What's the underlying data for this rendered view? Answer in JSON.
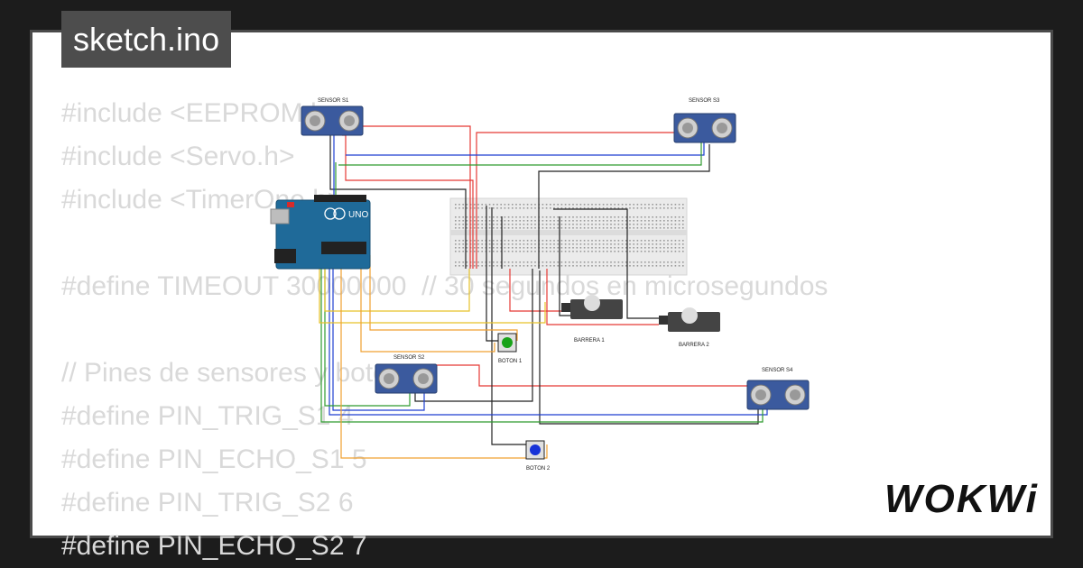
{
  "title": "sketch.ino",
  "code_lines": [
    "#include <EEPROM.h>",
    "#include <Servo.h>",
    "#include <TimerOne.h>",
    "",
    "#define TIMEOUT 30000000  // 30 segundos en microsegundos",
    "",
    "// Pines de sensores y botones",
    "#define PIN_TRIG_S1 4",
    "#define PIN_ECHO_S1 5",
    "#define PIN_TRIG_S2 6",
    "#define PIN_ECHO_S2 7"
  ],
  "components": {
    "sensor_s1": "SENSOR S1",
    "sensor_s2": "SENSOR S2",
    "sensor_s3": "SENSOR S3",
    "sensor_s4": "SENSOR S4",
    "boton_1": "BOTON 1",
    "boton_2": "BOTON 2",
    "barrera_1": "BARRERA 1",
    "barrera_2": "BARRERA 2",
    "arduino_label": "UNO"
  },
  "brand": "WOKWi",
  "colors": {
    "background": "#1c1c1c",
    "card": "#ffffff",
    "code_text": "#d9d9d9",
    "title_bg": "#4d4d4d",
    "arduino": "#1f6a99",
    "sensor": "#3b5a9e",
    "wire_red": "#e53935",
    "wire_blue": "#1e3fd0",
    "wire_green": "#2e9b2e",
    "wire_yellow": "#e6c229",
    "wire_orange": "#f0a030",
    "wire_black": "#222222",
    "button_green": "#19a319",
    "button_blue": "#1733d8"
  }
}
